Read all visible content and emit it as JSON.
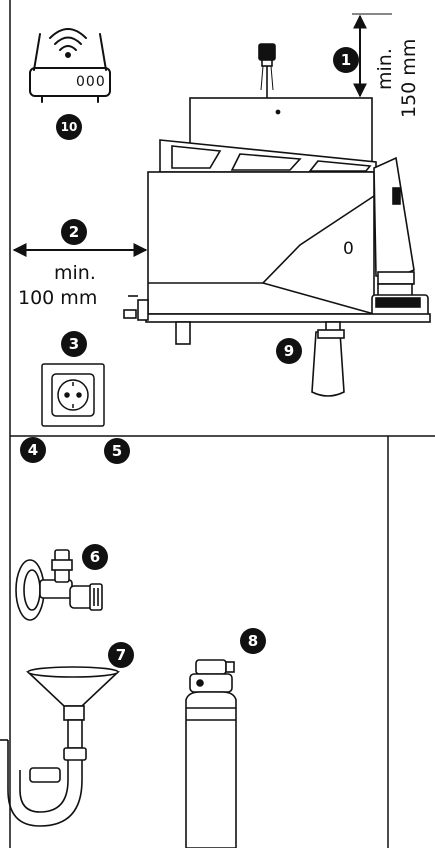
{
  "callouts": {
    "c1": "1",
    "c2": "2",
    "c3": "3",
    "c4": "4",
    "c5": "5",
    "c6": "6",
    "c7": "7",
    "c8": "8",
    "c9": "9",
    "c10": "10"
  },
  "dimensions": {
    "top_min": "min.",
    "top_value": "150 mm",
    "side_min": "min.",
    "side_value": "100 mm"
  },
  "router": {
    "display": "000"
  },
  "machine": {
    "panel_symbol": "0"
  },
  "colors": {
    "line": "#111111",
    "badge": "#111111"
  }
}
